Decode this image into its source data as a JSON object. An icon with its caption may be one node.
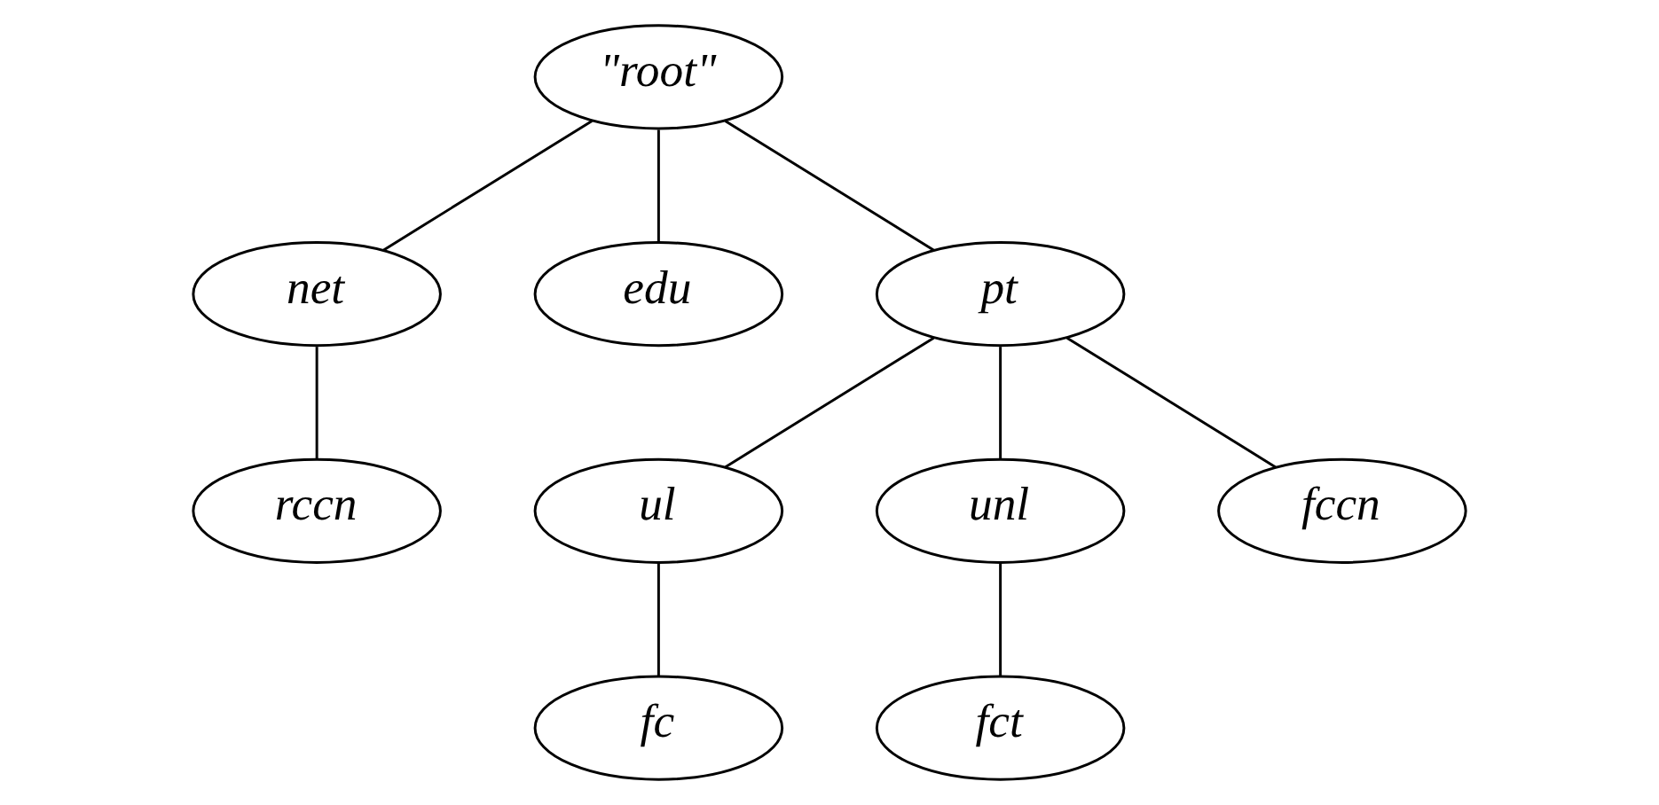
{
  "diagram": {
    "nodes": [
      {
        "text": [
          "\"root\""
        ]
      },
      {
        "text": [
          "net"
        ]
      },
      {
        "text": [
          "edu"
        ]
      },
      {
        "text": [
          "pt"
        ]
      },
      {
        "text": [
          "rccn"
        ]
      },
      {
        "text": [
          "ul"
        ]
      },
      {
        "text": [
          "unl"
        ]
      },
      {
        "text": [
          "fccn"
        ]
      },
      {
        "text": [
          "fc"
        ]
      },
      {
        "text": [
          "fct"
        ]
      }
    ],
    "edges": [
      {
        "from": 0,
        "to": 1,
        "arrow": "none"
      },
      {
        "from": 0,
        "to": 2,
        "arrow": "none"
      },
      {
        "from": 0,
        "to": 3,
        "arrow": "none"
      },
      {
        "from": 1,
        "to": 4,
        "arrow": "none"
      },
      {
        "from": 3,
        "to": 5,
        "arrow": "none"
      },
      {
        "from": 3,
        "to": 6,
        "arrow": "none"
      },
      {
        "from": 3,
        "to": 7,
        "arrow": "none"
      },
      {
        "from": 5,
        "to": 8,
        "arrow": "none"
      },
      {
        "from": 6,
        "to": 9,
        "arrow": "none"
      }
    ]
  }
}
